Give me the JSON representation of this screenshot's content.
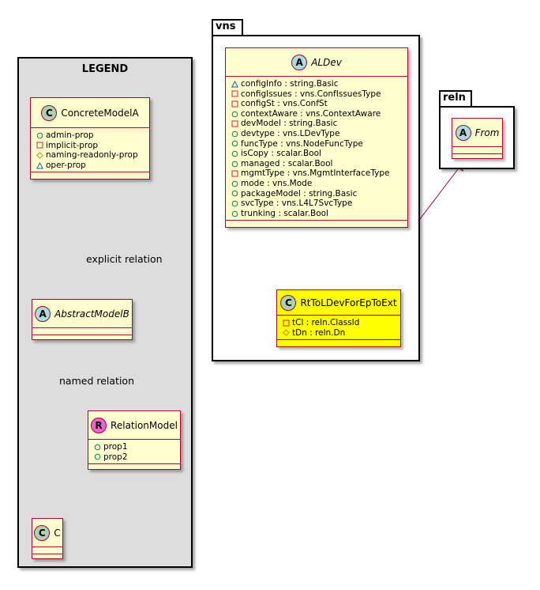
{
  "legend": {
    "title": "LEGEND",
    "concrete": {
      "name": "ConcreteModelA",
      "badge": "C",
      "attrs": [
        {
          "vis": "public",
          "text": "admin-prop"
        },
        {
          "vis": "private",
          "text": "implicit-prop"
        },
        {
          "vis": "protected",
          "text": "naming-readonly-prop"
        },
        {
          "vis": "package",
          "text": "oper-prop"
        }
      ]
    },
    "abstract": {
      "name": "AbstractModelB",
      "badge": "A"
    },
    "relation": {
      "name": "RelationModel",
      "badge": "R",
      "attrs": [
        {
          "vis": "public",
          "text": "prop1"
        },
        {
          "vis": "public",
          "text": "prop2"
        }
      ]
    },
    "c": {
      "name": "C",
      "badge": "C"
    },
    "explicit_label": "explicit relation",
    "named_label": "named relation"
  },
  "vns": {
    "package_name": "vns",
    "aldev": {
      "name": "ALDev",
      "badge": "A",
      "attrs": [
        {
          "vis": "package",
          "text": "configInfo : string.Basic"
        },
        {
          "vis": "private",
          "text": "configIssues : vns.ConfIssuesType"
        },
        {
          "vis": "private",
          "text": "configSt : vns.ConfSt"
        },
        {
          "vis": "public",
          "text": "contextAware : vns.ContextAware"
        },
        {
          "vis": "private",
          "text": "devModel : string.Basic"
        },
        {
          "vis": "public",
          "text": "devtype : vns.LDevType"
        },
        {
          "vis": "public",
          "text": "funcType : vns.NodeFuncType"
        },
        {
          "vis": "public",
          "text": "isCopy : scalar.Bool"
        },
        {
          "vis": "public",
          "text": "managed : scalar.Bool"
        },
        {
          "vis": "private",
          "text": "mgmtType : vns.MgmtInterfaceType"
        },
        {
          "vis": "public",
          "text": "mode : vns.Mode"
        },
        {
          "vis": "public",
          "text": "packageModel : string.Basic"
        },
        {
          "vis": "public",
          "text": "svcType : vns.L4L7SvcType"
        },
        {
          "vis": "public",
          "text": "trunking : scalar.Bool"
        }
      ]
    },
    "rt": {
      "name": "RtToLDevForEpToExt",
      "badge": "C",
      "highlight": "#ffff00",
      "attrs": [
        {
          "vis": "private",
          "text": "tCl : reln.ClassId"
        },
        {
          "vis": "protected",
          "text": "tDn : reln.Dn"
        }
      ]
    }
  },
  "reln": {
    "package_name": "reln",
    "from": {
      "name": "From",
      "badge": "A"
    }
  },
  "colors": {
    "class_fill": "#fefece",
    "class_border": "#a80036",
    "legend_fill": "#dddddd"
  }
}
